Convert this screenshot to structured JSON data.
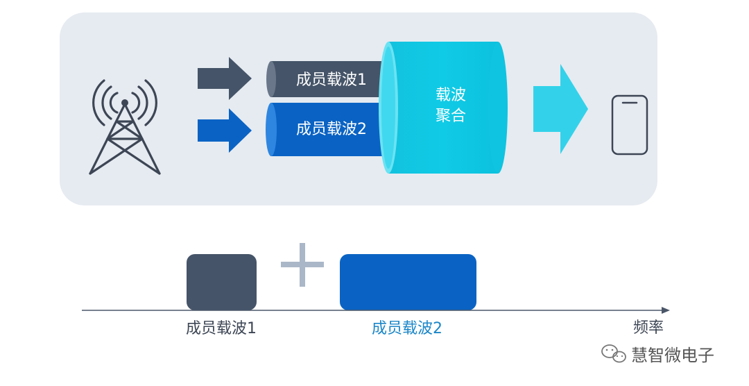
{
  "top_panel": {
    "carrier1_label": "成员载波1",
    "carrier2_label": "成员载波2",
    "aggregation_line1": "载波",
    "aggregation_line2": "聚合"
  },
  "bottom": {
    "carrier1_label": "成员载波1",
    "carrier2_label": "成员载波2",
    "axis_label": "频率"
  },
  "watermark": {
    "text": "慧智微电子"
  },
  "colors": {
    "panel_bg": "#e6ebf1",
    "carrier1": "#455468",
    "carrier2": "#0a63c4",
    "aggregation": "#13c8e3",
    "output_arrow": "#33d2ea",
    "plus": "#aab7c8",
    "axis": "#4a5668",
    "carrier2_text": "#1a86c8"
  }
}
